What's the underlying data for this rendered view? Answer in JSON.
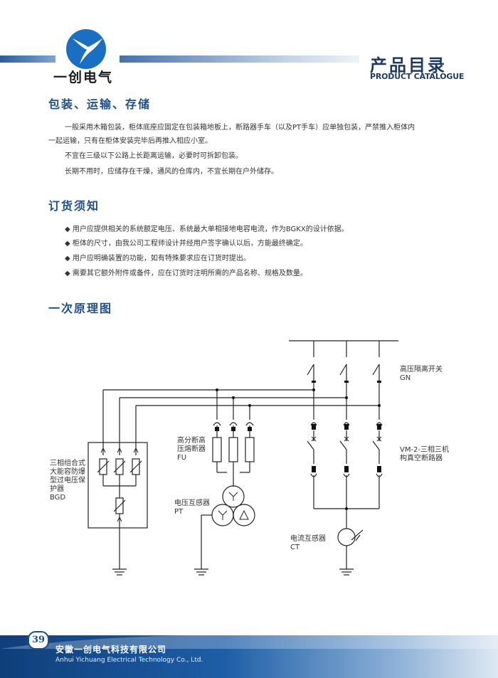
{
  "header": {
    "brand": "一创电气",
    "catalog_title": "产品目录",
    "catalog_subtitle": "PRODUCT CATALOGUE",
    "colors": {
      "primary": "#1f4f86",
      "logo_blue": "#1b6fc2",
      "bolt": "#f5c400"
    }
  },
  "sections": {
    "packaging": {
      "title": "包装、运输、存储",
      "paragraphs": [
        "一般采用木箱包装，柜体底座应固定在包装箱地板上，断路器手车（以及PT手车）应单独包装，严禁推入柜体内",
        "一起运输，只有在柜体安装完毕后再推入相应小室。",
        "不宜在三级以下公路上长距离运输，必要时可拆卸包装。",
        "长期不用时，应储存在干燥，通风的仓库内，不宜长期在户外储存。"
      ]
    },
    "ordering": {
      "title": "订货须知",
      "items": [
        "◆ 用户应提供相关的系统额定电压、系统最大单相接地电容电流，作为BGKX的设计依据。",
        "◆ 柜体的尺寸，由我公司工程师设计并经用户签字确认以后，方能最终确定。",
        "◆ 用户应明确装置的功能，如有特殊要求应在订货时提出。",
        "◆ 需要其它额外附件或备件，应在订货时注明所需的产品名称、规格及数量。"
      ]
    },
    "diagram": {
      "title": "一次原理图",
      "labels": {
        "gn": [
          "高压隔离开关",
          "GN"
        ],
        "vm": [
          "VM-2-三相三机",
          "构真空断路器"
        ],
        "fu": [
          "高分断高",
          "压熔断器",
          "FU"
        ],
        "pt": [
          "电压互感器",
          "PT"
        ],
        "ct": [
          "电流互感器",
          "CT"
        ],
        "bgd": [
          "三相组合式",
          "大能容防爆",
          "型过电压保",
          "护器",
          "BGD"
        ]
      }
    }
  },
  "footer": {
    "page_number": "39",
    "company_cn": "安徽一创电气科技有限公司",
    "company_en": "Anhui Yichuang Electrical Technology Co., Ltd."
  }
}
